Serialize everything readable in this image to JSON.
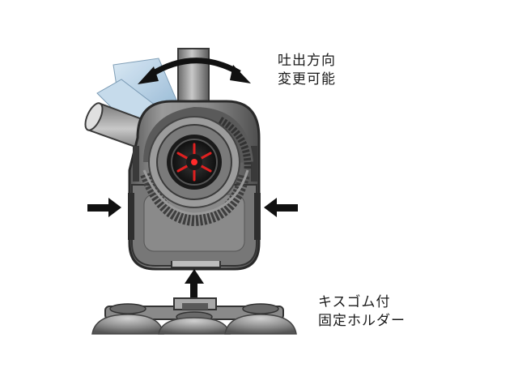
{
  "captions": {
    "direction_line1": "吐出方向",
    "direction_line2": "変更可能",
    "holder_line1": "キスゴム付",
    "holder_line2": "固定ホルダー"
  },
  "colors": {
    "body_dark": "#4a4a4a",
    "body_mid": "#8a8a8a",
    "body_light": "#b8b8b8",
    "outlet_blue": "#b8d4e8",
    "impeller_red": "#e02020",
    "arrow": "#111111"
  }
}
